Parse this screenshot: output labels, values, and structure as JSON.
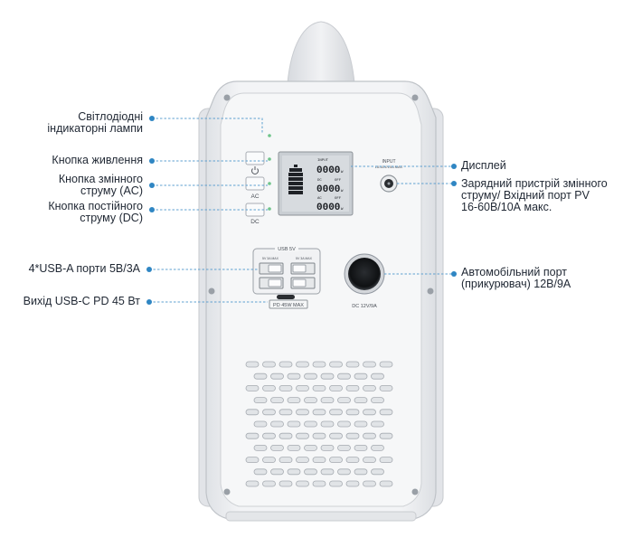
{
  "callouts": {
    "led_lamp": [
      "Світлодіодні",
      "індикаторні лампи"
    ],
    "power_button": [
      "Кнопка живлення"
    ],
    "ac_button": [
      "Кнопка змінного",
      "струму (AC)"
    ],
    "dc_button": [
      "Кнопка постійного",
      "струму (DC)"
    ],
    "usb_a": [
      "4*USB-A порти 5В/3А"
    ],
    "usb_c": [
      "Вихід USB-C PD 45 Вт"
    ],
    "display": [
      "Дисплей"
    ],
    "input_port": [
      "Зарядний пристрій змінного",
      "струму/ Вхідний порт PV",
      "16-60В/10А макс."
    ],
    "car_port": [
      "Автомобільний порт",
      "(прикурювач) 12В/9А"
    ]
  },
  "device_labels": {
    "ac": "AC",
    "dc": "DC",
    "input": "INPUT",
    "input_spec": "16-60V/10A MAX",
    "usb_5v": "USB 5V",
    "usb_port_a": "5V 3A MAX",
    "usb_port_b": "5V 3A MAX",
    "pd": "PD 45W MAX",
    "car": "DC 12V/9A"
  },
  "lcd": {
    "row1_label": "INPUT",
    "row1_value": "0000",
    "row1_unit": "W",
    "row2_label": "DC",
    "row2_state": "OFF",
    "row2_value": "0000",
    "row2_unit": "W",
    "row3_label": "AC",
    "row3_state": "OFF",
    "row3_value": "0000",
    "row3_unit": "W"
  },
  "colors": {
    "callout_dot": "#2f86c3",
    "callout_line": "#5fa0d0",
    "body": "#eef0f2",
    "panel": "#f6f7f8",
    "led": "#6fc48a"
  }
}
